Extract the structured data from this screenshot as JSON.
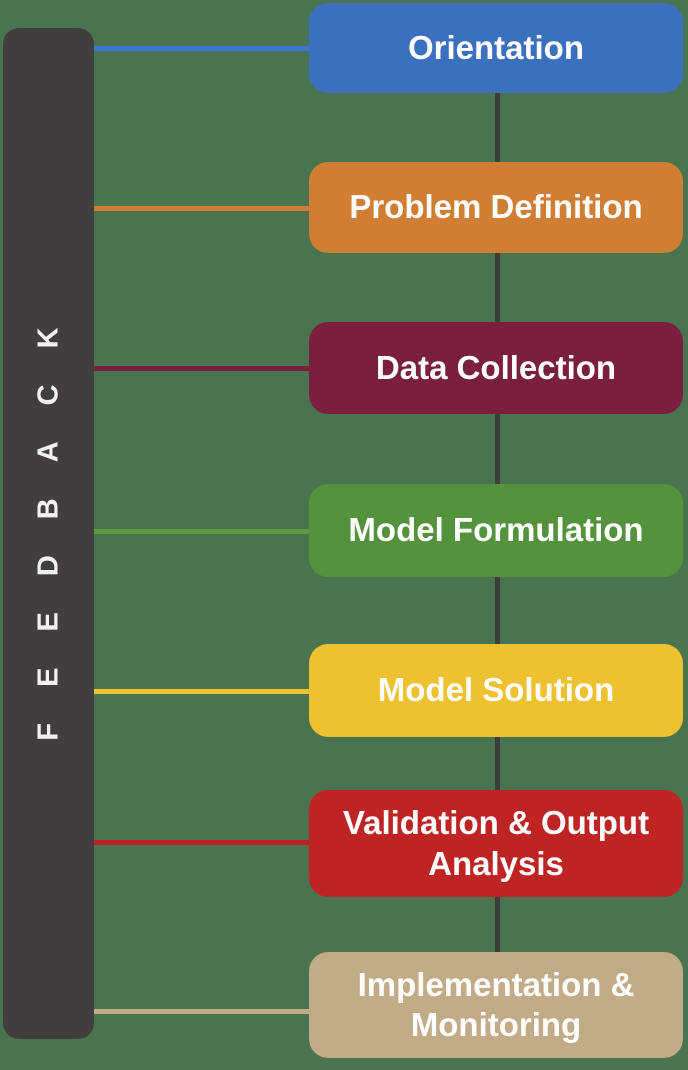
{
  "diagram": {
    "feedback_label": "FEEDBACK",
    "background_color": "#4a744f",
    "bar_color": "#413e3f",
    "spine_color": "#3f3c3d",
    "text_color": "#fdfdfd"
  },
  "stages": [
    {
      "label": "Orientation",
      "color": "#3b70bf",
      "line_color": "#3d77d1"
    },
    {
      "label": "Problem Definition",
      "color": "#cf7e33",
      "line_color": "#cf7e33"
    },
    {
      "label": "Data Collection",
      "color": "#7a203e",
      "line_color": "#7a203e"
    },
    {
      "label": "Model Formulation",
      "color": "#55923e",
      "line_color": "#5a9a41"
    },
    {
      "label": "Model Solution",
      "color": "#edc12f",
      "line_color": "#eec233"
    },
    {
      "label": "Validation & Output Analysis",
      "color": "#bf2424",
      "line_color": "#bd2022"
    },
    {
      "label": "Implementation & Monitoring",
      "color": "#c2ab87",
      "line_color": "#c3ac88"
    }
  ]
}
